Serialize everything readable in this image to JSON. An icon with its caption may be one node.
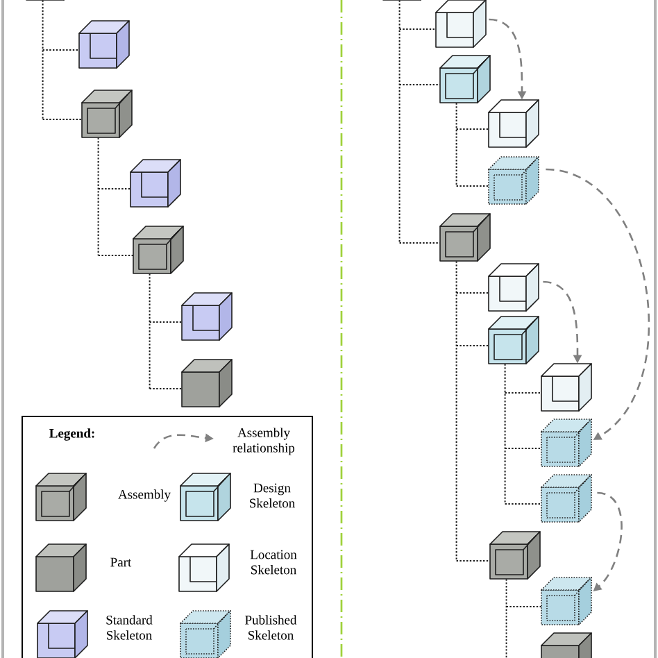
{
  "diagram": {
    "nodes": [
      {
        "text": [],
        "shape": "cube"
      },
      {
        "text": [],
        "shape": "cube"
      },
      {
        "text": [],
        "shape": "cube"
      },
      {
        "text": [],
        "shape": "cube"
      },
      {
        "text": [],
        "shape": "cube"
      },
      {
        "text": [],
        "shape": "cube"
      },
      {
        "text": [],
        "shape": "cube"
      },
      {
        "text": [],
        "shape": "cube"
      },
      {
        "text": [],
        "shape": "cube"
      },
      {
        "text": [],
        "shape": "cube"
      },
      {
        "text": [],
        "shape": "cube"
      },
      {
        "text": [],
        "shape": "cube"
      },
      {
        "text": [],
        "shape": "cube"
      },
      {
        "text": [],
        "shape": "cube"
      },
      {
        "text": [],
        "shape": "cube"
      },
      {
        "text": [],
        "shape": "cube"
      },
      {
        "text": [],
        "shape": "cube"
      },
      {
        "text": [],
        "shape": "cube"
      },
      {
        "text": [],
        "shape": "cube"
      },
      {
        "text": [],
        "shape": "cube"
      },
      {
        "text": [],
        "shape": "cube"
      }
    ],
    "edges": [
      {
        "from": 0,
        "to": 1,
        "arrow": "none"
      },
      {
        "from": 0,
        "to": 2,
        "arrow": "none"
      },
      {
        "from": 2,
        "to": 3,
        "arrow": "none"
      },
      {
        "from": 2,
        "to": 4,
        "arrow": "none"
      },
      {
        "from": 4,
        "to": 5,
        "arrow": "none"
      },
      {
        "from": 4,
        "to": 6,
        "arrow": "none"
      },
      {
        "from": 7,
        "to": 8,
        "arrow": "none"
      },
      {
        "from": 7,
        "to": 9,
        "arrow": "none"
      },
      {
        "from": 9,
        "to": 10,
        "arrow": "none"
      },
      {
        "from": 9,
        "to": 11,
        "arrow": "none"
      },
      {
        "from": 7,
        "to": 12,
        "arrow": "none"
      },
      {
        "from": 12,
        "to": 13,
        "arrow": "none"
      },
      {
        "from": 12,
        "to": 14,
        "arrow": "none"
      },
      {
        "from": 14,
        "to": 15,
        "arrow": "none"
      },
      {
        "from": 14,
        "to": 16,
        "arrow": "none"
      },
      {
        "from": 14,
        "to": 17,
        "arrow": "none"
      },
      {
        "from": 12,
        "to": 18,
        "arrow": "none"
      },
      {
        "from": 18,
        "to": 19,
        "arrow": "none"
      },
      {
        "from": 18,
        "to": 20,
        "arrow": "none"
      },
      {
        "from": 8,
        "to": 10,
        "arrow": "to",
        "style": "dashed",
        "color": "#808080"
      },
      {
        "from": 11,
        "to": 16,
        "arrow": "to",
        "style": "dashed",
        "color": "#808080"
      },
      {
        "from": 13,
        "to": 15,
        "arrow": "to",
        "style": "dashed",
        "color": "#808080"
      },
      {
        "from": 17,
        "to": 19,
        "arrow": "to",
        "style": "dashed",
        "color": "#808080"
      }
    ],
    "labels": [
      "Legend:"
    ],
    "legend": [
      {
        "text": "Assembly relationship"
      },
      {
        "text": "Assembly"
      },
      {
        "text": "Design Skeleton"
      },
      {
        "text": "Part"
      },
      {
        "text": "Location Skeleton"
      },
      {
        "text": "Standard Skeleton"
      },
      {
        "text": "Published Skeleton"
      }
    ]
  }
}
